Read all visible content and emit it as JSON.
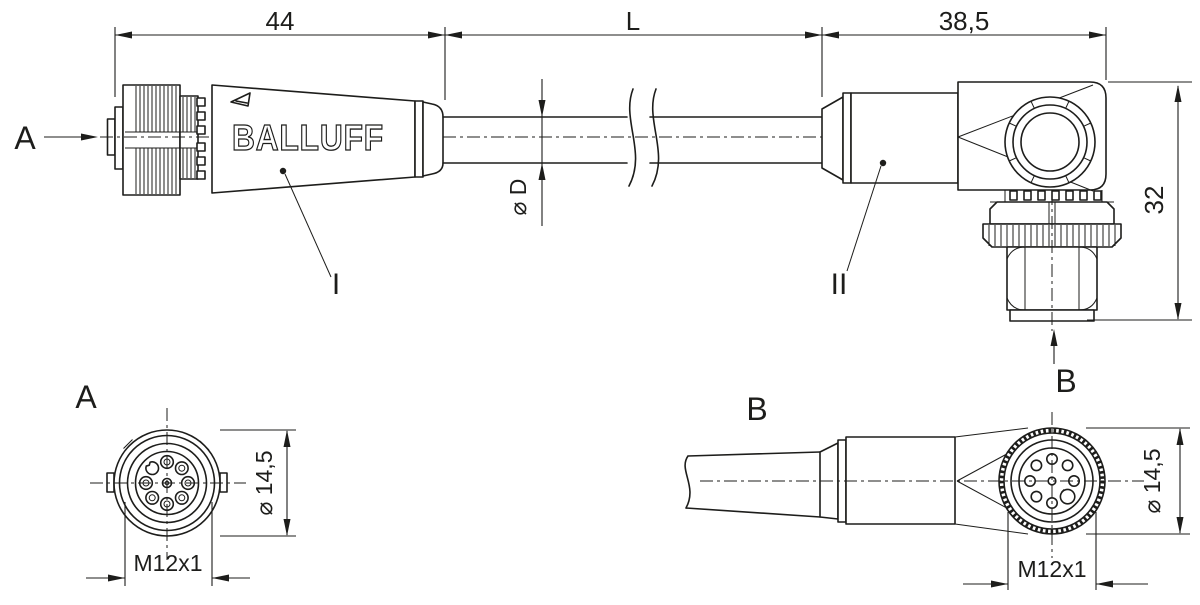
{
  "drawing": {
    "brand_label": "BALLUFF",
    "background": "#ffffff",
    "line_color": "#1d1d1b",
    "top_view": {
      "dim_connector1_length": "44",
      "dim_cable_length": "L",
      "dim_connector2_length": "38,5",
      "dim_connector2_height": "32",
      "dim_cable_diameter": "⌀ D",
      "label_view_a": "A",
      "label_view_b": "B",
      "label_part_1": "I",
      "label_part_2": "II"
    },
    "view_a": {
      "title": "A",
      "dim_outer_diameter": "⌀ 14,5",
      "dim_thread": "M12x1"
    },
    "view_b": {
      "title": "B",
      "dim_outer_diameter": "⌀ 14,5",
      "dim_thread": "M12x1"
    }
  }
}
